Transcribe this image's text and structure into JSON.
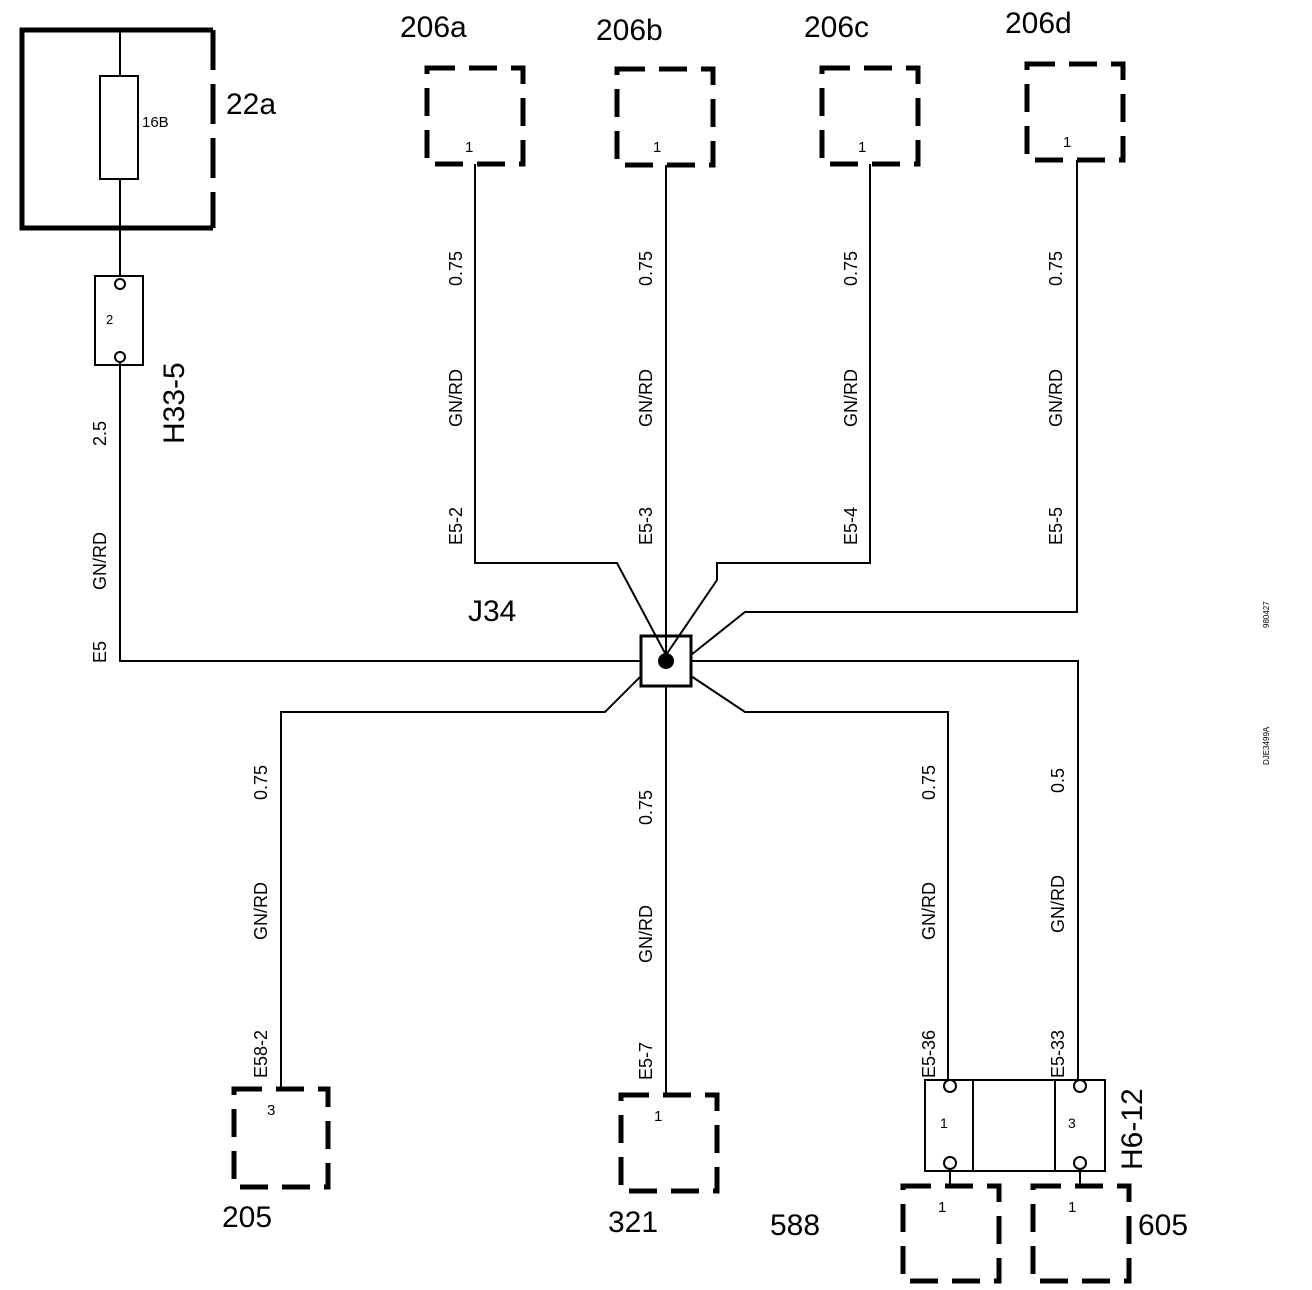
{
  "fuse_box": {
    "label": "22a",
    "fuse_label": "16B"
  },
  "connector_h33": {
    "label": "H33-5",
    "pin": "2"
  },
  "wire_h33_to_j34": {
    "size": "2.5",
    "color": "GN/RD",
    "code": "E5"
  },
  "junction": {
    "label": "J34"
  },
  "top_components": [
    {
      "label": "206a",
      "pin": "1",
      "size": "0.75",
      "color": "GN/RD",
      "code": "E5-2"
    },
    {
      "label": "206b",
      "pin": "1",
      "size": "0.75",
      "color": "GN/RD",
      "code": "E5-3"
    },
    {
      "label": "206c",
      "pin": "1",
      "size": "0.75",
      "color": "GN/RD",
      "code": "E5-4"
    },
    {
      "label": "206d",
      "pin": "1",
      "size": "0.75",
      "color": "GN/RD",
      "code": "E5-5"
    }
  ],
  "bottom_components": [
    {
      "label": "205",
      "pin": "3",
      "size": "0.75",
      "color": "GN/RD",
      "code": "E58-2"
    },
    {
      "label": "321",
      "pin": "1",
      "size": "0.75",
      "color": "GN/RD",
      "code": "E5-7"
    }
  ],
  "connector_h6": {
    "label": "H6-12",
    "pin_left": "1",
    "pin_right": "3",
    "wire_left": {
      "size": "0.75",
      "color": "GN/RD",
      "code": "E5-36"
    },
    "wire_right": {
      "size": "0.5",
      "color": "GN/RD",
      "code": "E5-33"
    }
  },
  "bottom_right_components": [
    {
      "label": "588",
      "pin": "1"
    },
    {
      "label": "605",
      "pin": "1"
    }
  ],
  "side_codes": {
    "top": "980427",
    "bottom": "DJE3499A"
  }
}
